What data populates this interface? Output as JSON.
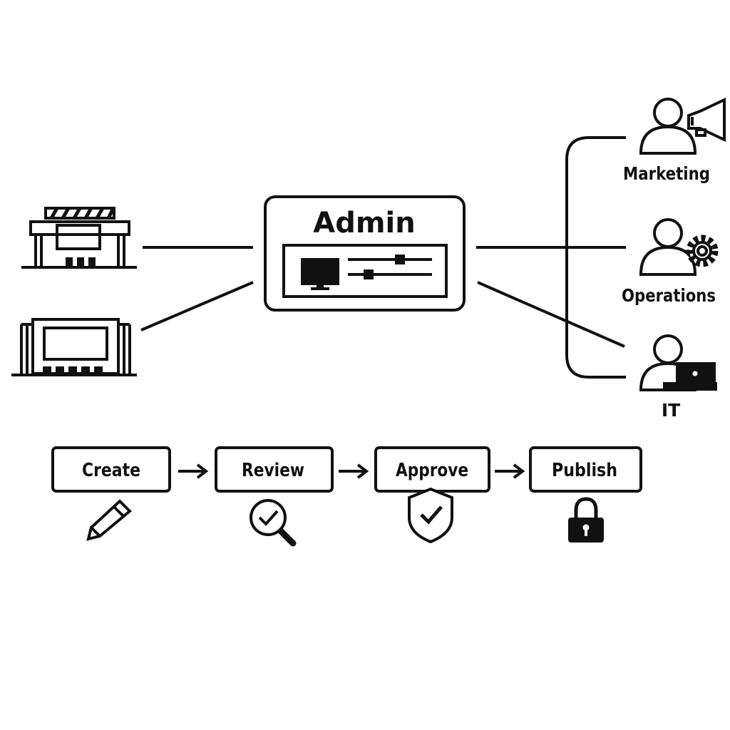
{
  "admin": {
    "title": "Admin"
  },
  "departments": [
    {
      "label": "Marketing",
      "icon": "person-megaphone-icon"
    },
    {
      "label": "Operations",
      "icon": "person-gear-icon"
    },
    {
      "label": "IT",
      "icon": "person-laptop-icon"
    }
  ],
  "stores": [
    {
      "icon": "storefront-awning-icon"
    },
    {
      "icon": "storefront-flat-icon"
    }
  ],
  "workflow": {
    "steps": [
      {
        "label": "Create",
        "icon": "pencil-icon"
      },
      {
        "label": "Review",
        "icon": "magnifier-check-icon"
      },
      {
        "label": "Approve",
        "icon": "shield-check-icon"
      },
      {
        "label": "Publish",
        "icon": "padlock-icon"
      }
    ]
  },
  "colors": {
    "stroke": "#111111",
    "background": "#ffffff"
  }
}
